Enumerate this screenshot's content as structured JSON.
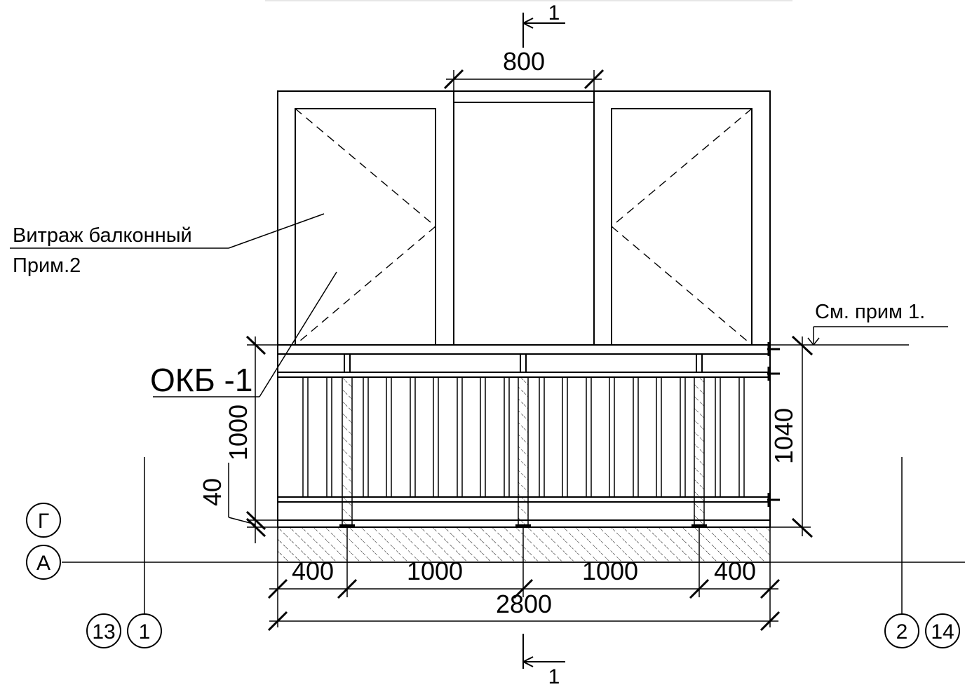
{
  "labels": {
    "vitrage": "Витраж балконный",
    "vitrage_note": "Прим.2",
    "okb": "ОКБ -1",
    "see_note": "См. прим 1."
  },
  "dimensions": {
    "top_width": "800",
    "rail_height": "1000",
    "total_height": "1040",
    "slab": "40",
    "seg1": "400",
    "seg2": "1000",
    "seg3": "1000",
    "seg4": "400",
    "overall": "2800"
  },
  "axes": {
    "g": "Г",
    "a": "А",
    "left_1": "13",
    "left_2": "1",
    "right_1": "2",
    "right_2": "14"
  },
  "section": {
    "top": "1",
    "bottom": "1"
  }
}
